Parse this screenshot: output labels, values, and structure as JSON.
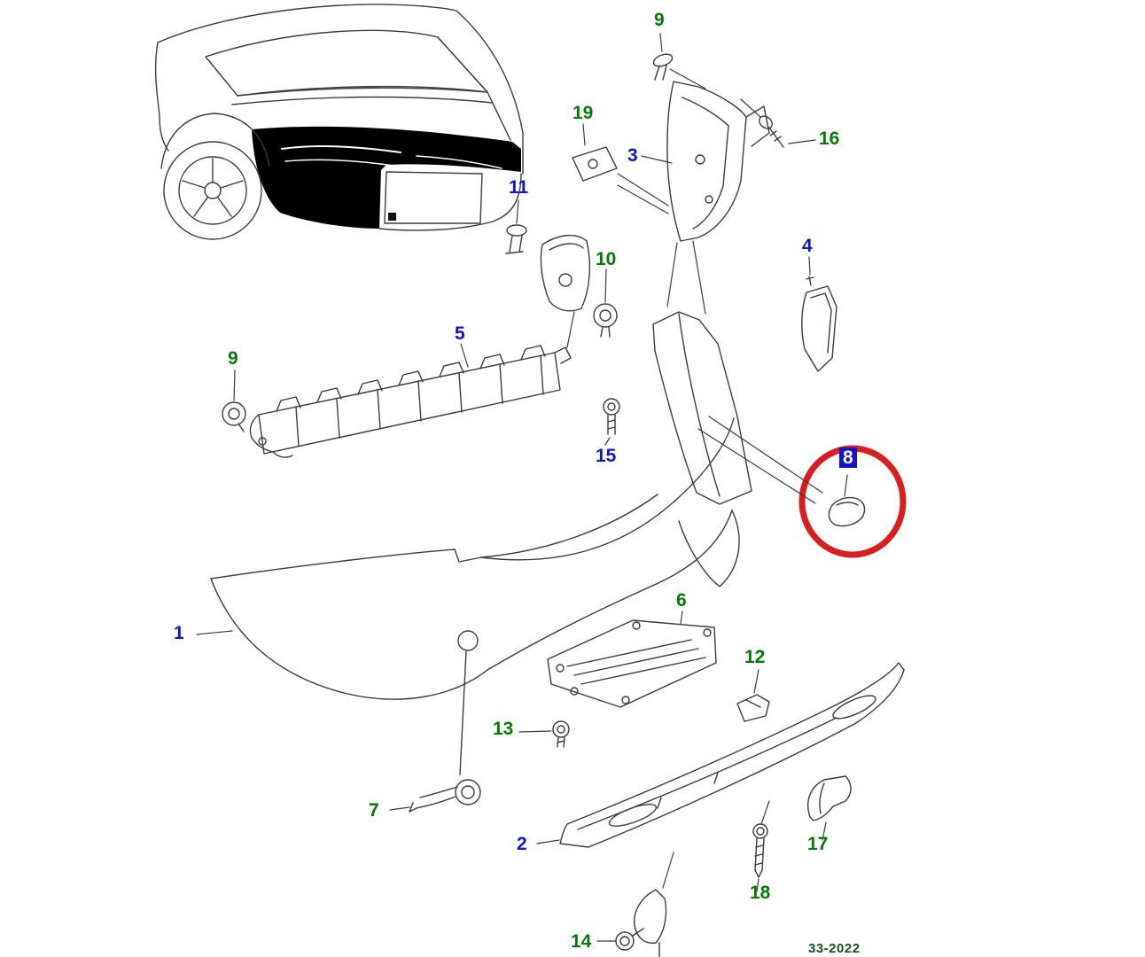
{
  "diagram": {
    "ref_label": "33-2022",
    "selected_part": "8",
    "colors": {
      "blue": "#1414cc",
      "green": "#067806",
      "red": "#d81e1e",
      "ink": "#3c3c3c",
      "ref": "#1c4f1c"
    },
    "callouts": [
      {
        "label": "9",
        "color": "green"
      },
      {
        "label": "19",
        "color": "green"
      },
      {
        "label": "3",
        "color": "blue"
      },
      {
        "label": "16",
        "color": "green"
      },
      {
        "label": "11",
        "color": "blue"
      },
      {
        "label": "10",
        "color": "green"
      },
      {
        "label": "4",
        "color": "blue"
      },
      {
        "label": "5",
        "color": "blue"
      },
      {
        "label": "9",
        "color": "green"
      },
      {
        "label": "15",
        "color": "blue"
      },
      {
        "label": "8",
        "color": "blue",
        "selected": true
      },
      {
        "label": "1",
        "color": "blue"
      },
      {
        "label": "6",
        "color": "green"
      },
      {
        "label": "12",
        "color": "green"
      },
      {
        "label": "13",
        "color": "green"
      },
      {
        "label": "7",
        "color": "green"
      },
      {
        "label": "2",
        "color": "blue"
      },
      {
        "label": "17",
        "color": "green"
      },
      {
        "label": "18",
        "color": "green"
      },
      {
        "label": "14",
        "color": "green"
      }
    ]
  }
}
